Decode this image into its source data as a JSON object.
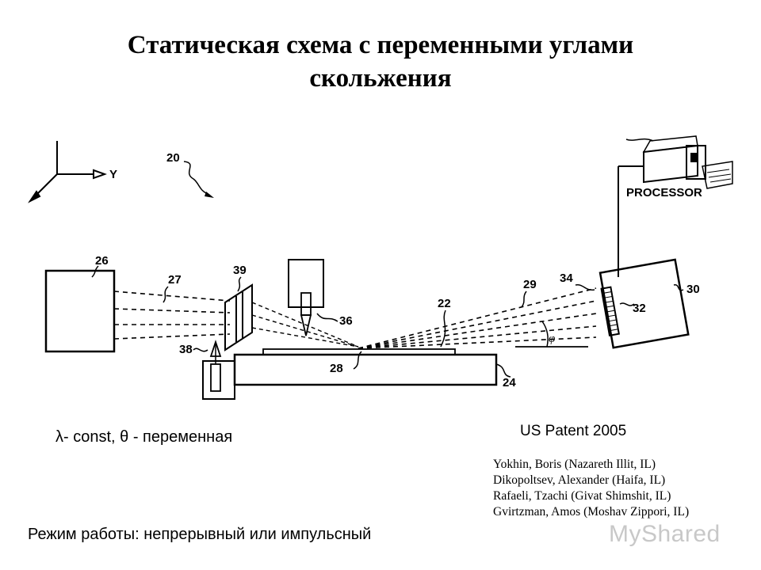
{
  "title": {
    "line1": "Статическая схема с переменными углами",
    "line2": "скольжения"
  },
  "diagram": {
    "labels": {
      "axis_y": "Y",
      "n20": "20",
      "n26": "26",
      "n27": "27",
      "n39": "39",
      "n38": "38",
      "n36": "36",
      "n22": "22",
      "n28": "28",
      "n24": "24",
      "n29": "29",
      "n34": "34",
      "n30": "30",
      "n32": "32",
      "phi": "φ",
      "processor": "PROCESSOR"
    }
  },
  "formula": {
    "lambda": "λ",
    "const_text": "- const, ",
    "theta": "θ",
    "variable_text": " - переменная"
  },
  "patent": "US Patent 2005",
  "authors": [
    "Yokhin, Boris (Nazareth Illit, IL)",
    "Dikopoltsev, Alexander (Haifa, IL)",
    "Rafaeli, Tzachi (Givat Shimshit, IL)",
    "Gvirtzman, Amos (Moshav Zippori, IL)"
  ],
  "mode": "Режим работы: непрерывный или импульсный",
  "watermark": "MyShared"
}
